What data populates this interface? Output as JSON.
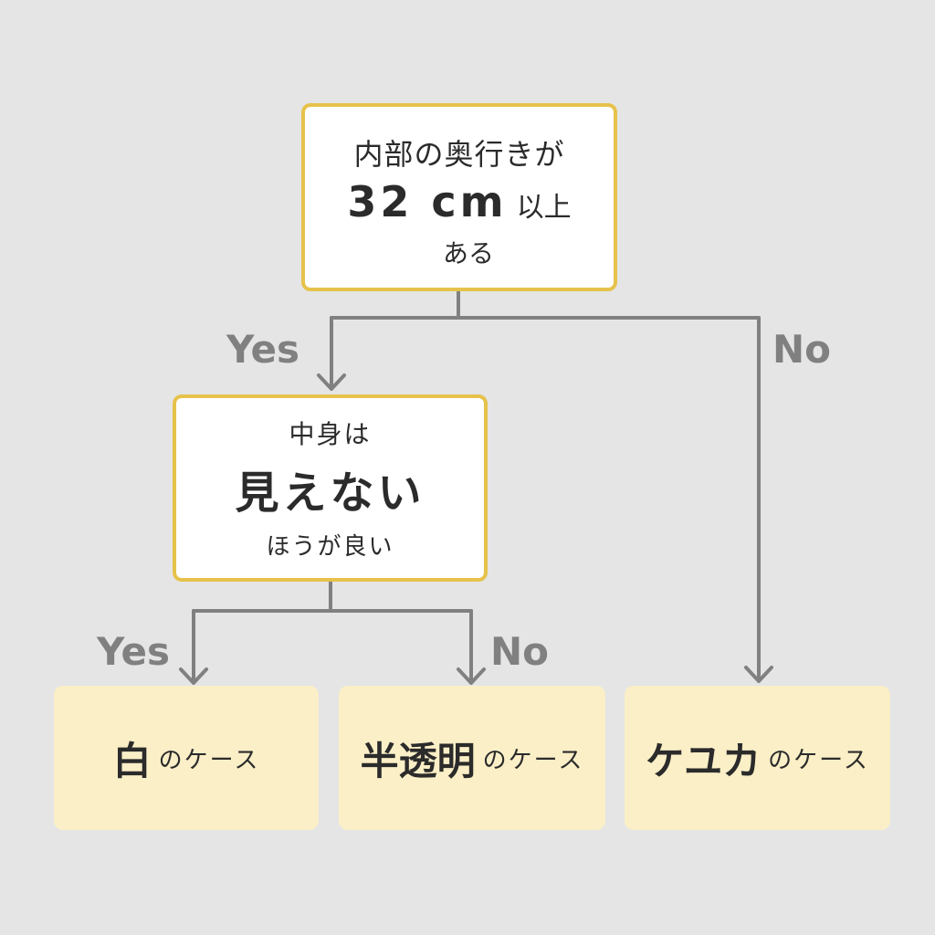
{
  "question1": {
    "line1": "内部の奥行きが",
    "line2_big": "32 cm",
    "line2_small": "以上",
    "line3": "ある"
  },
  "question2": {
    "line1": "中身は",
    "line2": "見えない",
    "line3": "ほうが良い"
  },
  "edges": {
    "q1_yes": "Yes",
    "q1_no": "No",
    "q2_yes": "Yes",
    "q2_no": "No"
  },
  "outcomes": [
    {
      "main": "白",
      "suffix": "のケース"
    },
    {
      "main": "半透明",
      "suffix": "のケース"
    },
    {
      "main": "ケユカ",
      "suffix": "のケース"
    }
  ],
  "colors": {
    "background": "#e5e5e5",
    "question_border": "#e6c24a",
    "question_fill": "#ffffff",
    "outcome_fill": "#fbefc7",
    "connector": "#808080"
  }
}
